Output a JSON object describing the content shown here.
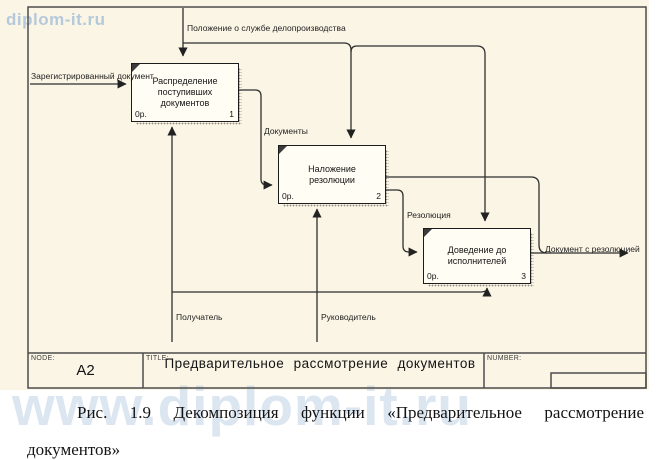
{
  "watermarks": {
    "corner": "diplom-it.ru",
    "banner": "www.diplom-it.ru"
  },
  "colors": {
    "sheet": "#fbf5e5",
    "line": "#2e2e2e",
    "frame": "#4d4d4d",
    "box_fill": "#fffdf4",
    "shadow_dot": "#938f83",
    "watermark": "#aac4de"
  },
  "diagram": {
    "boxes": [
      {
        "lines": [
          "Распределение",
          "поступивших",
          "документов"
        ],
        "cost": "0р.",
        "num": "1"
      },
      {
        "lines": [
          "Наложение",
          "резолюции"
        ],
        "cost": "0р.",
        "num": "2"
      },
      {
        "lines": [
          "Доведение до",
          "исполнителей"
        ],
        "cost": "0р.",
        "num": "3"
      }
    ],
    "arrows": {
      "input": "Зарегистрированный документ",
      "control": "Положение о службе делопроизводства",
      "docs": "Документы",
      "resolution": "Резолюция",
      "output": "Документ с резолюцией",
      "mech1": "Получатель",
      "mech2": "Руководитель"
    },
    "titleblock": {
      "node_label": "NODE:",
      "node": "A2",
      "title_label": "TITLE:",
      "title": "Предварительное  рассмотрение  документов",
      "number_label": "NUMBER:"
    }
  },
  "caption": "Рис. 1.9 Декомпозиция функции «Предварительное рассмотрение документов»"
}
